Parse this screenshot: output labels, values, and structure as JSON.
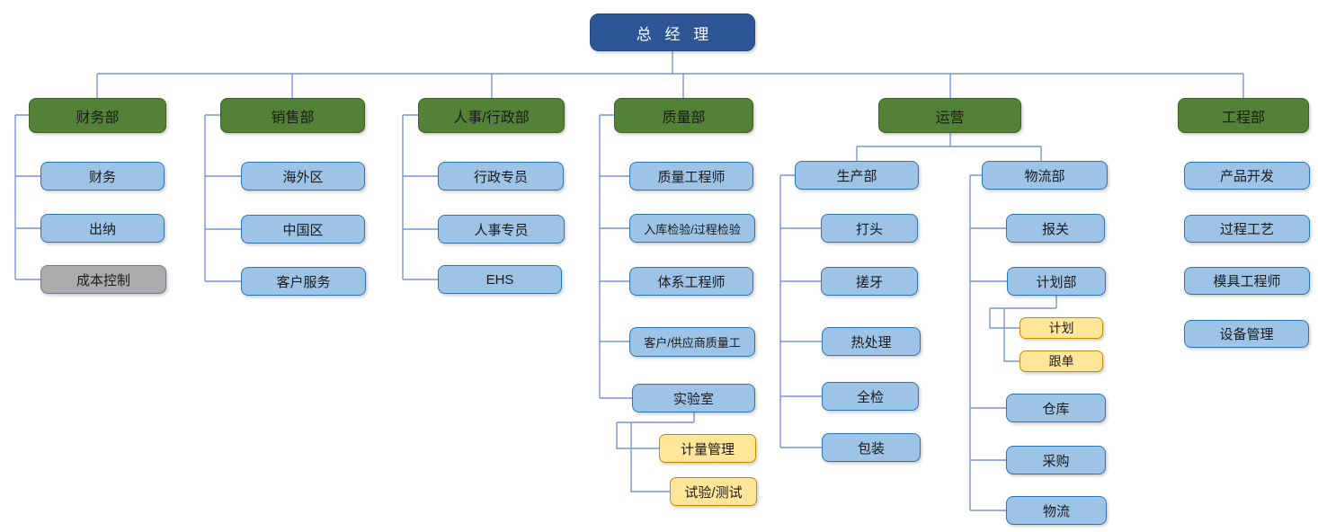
{
  "colors": {
    "root_fill": "#2E5596",
    "root_border": "#24477E",
    "dept_fill": "#538135",
    "dept_border": "#3D5E23",
    "node_fill": "#9DC3E6",
    "node_border": "#2E75B6",
    "yellow_fill": "#FFE699",
    "yellow_border": "#BF9000",
    "gray_fill": "#ACACAC",
    "gray_border": "#6D7B8D",
    "connector": "#7396D5"
  },
  "org": {
    "root": {
      "label": "总 经 理"
    },
    "departments": [
      {
        "label": "财务部",
        "children": [
          {
            "label": "财务"
          },
          {
            "label": "出纳"
          },
          {
            "label": "成本控制",
            "type": "gray"
          }
        ]
      },
      {
        "label": "销售部",
        "children": [
          {
            "label": "海外区"
          },
          {
            "label": "中国区"
          },
          {
            "label": "客户服务"
          }
        ]
      },
      {
        "label": "人事/行政部",
        "children": [
          {
            "label": "行政专员"
          },
          {
            "label": "人事专员"
          },
          {
            "label": "EHS"
          }
        ]
      },
      {
        "label": "质量部",
        "children": [
          {
            "label": "质量工程师"
          },
          {
            "label": "入库检验/过程检验"
          },
          {
            "label": "体系工程师"
          },
          {
            "label": "客户/供应商质量工"
          },
          {
            "label": "实验室",
            "children": [
              {
                "label": "计量管理",
                "type": "yellow"
              },
              {
                "label": "试验/测试",
                "type": "yellow"
              }
            ]
          }
        ]
      },
      {
        "label": "运营",
        "children": [
          {
            "label": "生产部",
            "children": [
              {
                "label": "打头"
              },
              {
                "label": "搓牙"
              },
              {
                "label": "热处理"
              },
              {
                "label": "全检"
              },
              {
                "label": "包装"
              }
            ]
          },
          {
            "label": "物流部",
            "children": [
              {
                "label": "报关"
              },
              {
                "label": "计划部",
                "children": [
                  {
                    "label": "计划",
                    "type": "yellow"
                  },
                  {
                    "label": "跟单",
                    "type": "yellow"
                  }
                ]
              },
              {
                "label": "仓库"
              },
              {
                "label": "采购"
              },
              {
                "label": "物流"
              }
            ]
          }
        ]
      },
      {
        "label": "工程部",
        "children": [
          {
            "label": "产品开发"
          },
          {
            "label": "过程工艺"
          },
          {
            "label": "模具工程师"
          },
          {
            "label": "设备管理"
          }
        ]
      }
    ]
  }
}
